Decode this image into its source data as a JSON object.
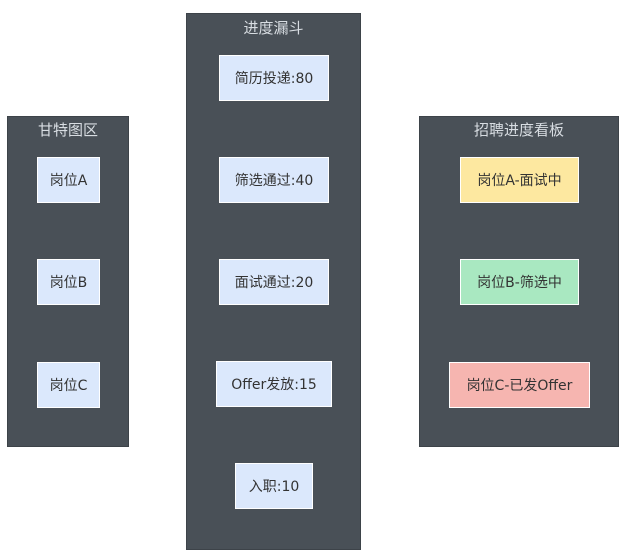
{
  "gantt": {
    "title": "甘特图区",
    "items": [
      "岗位A",
      "岗位B",
      "岗位C"
    ]
  },
  "funnel": {
    "title": "进度漏斗",
    "stages": [
      "简历投递:80",
      "筛选通过:40",
      "面试通过:20",
      "Offer发放:15",
      "入职:10"
    ]
  },
  "kanban": {
    "title": "招聘进度看板",
    "cards": [
      {
        "label": "岗位A-面试中",
        "color": "#fde8a0"
      },
      {
        "label": "岗位B-筛选中",
        "color": "#a9e8c1"
      },
      {
        "label": "岗位C-已发Offer",
        "color": "#f6b5b0"
      }
    ]
  }
}
